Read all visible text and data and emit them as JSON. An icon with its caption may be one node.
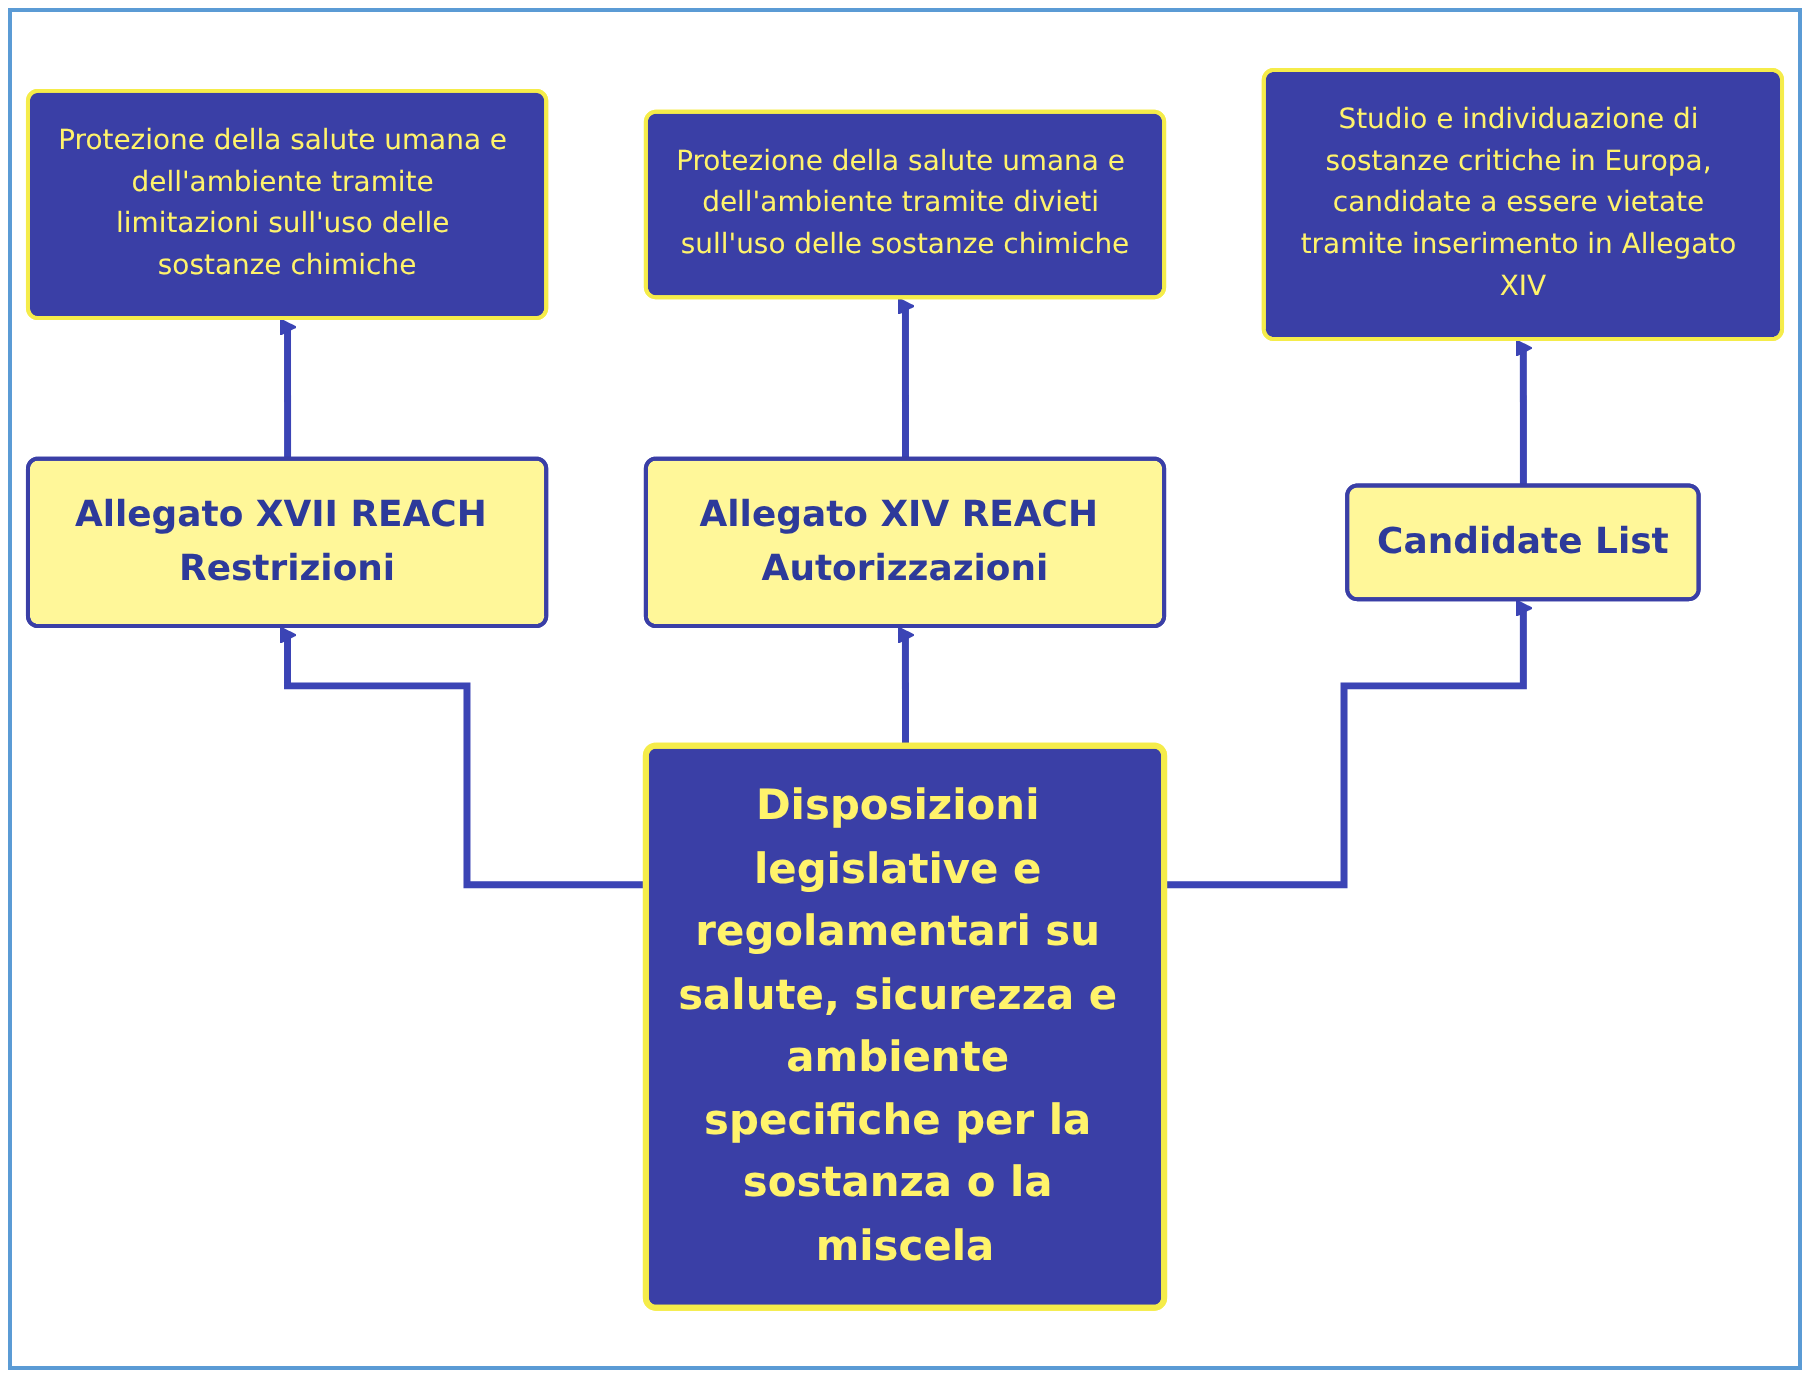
{
  "diagram": {
    "nodes": [
      {
        "text": [
          "Protezione della salute umana e dell'ambiente tramite limitazioni sull'uso delle sostanze chimiche"
        ]
      },
      {
        "text": [
          "Protezione della salute umana e dell'ambiente tramite divieti sull'uso delle sostanze chimiche"
        ]
      },
      {
        "text": [
          "Studio e individuazione di sostanze critiche in Europa, candidate a essere vietate tramite inserimento in Allegato XIV"
        ]
      },
      {
        "text": [
          "Allegato XVII REACH Restrizioni"
        ]
      },
      {
        "text": [
          "Allegato XIV REACH Autorizzazioni"
        ]
      },
      {
        "text": [
          "Candidate List"
        ]
      },
      {
        "text": [
          "Disposizioni legislative e regolamentari su salute, sicurezza e ambiente specifiche per la sostanza o la miscela"
        ]
      }
    ],
    "edges": [
      {
        "from": 6,
        "to": 3,
        "arrow": "to"
      },
      {
        "from": 6,
        "to": 4,
        "arrow": "to"
      },
      {
        "from": 6,
        "to": 5,
        "arrow": "to"
      },
      {
        "from": 3,
        "to": 0,
        "arrow": "to"
      },
      {
        "from": 4,
        "to": 1,
        "arrow": "to"
      },
      {
        "from": 5,
        "to": 2,
        "arrow": "to"
      }
    ]
  }
}
